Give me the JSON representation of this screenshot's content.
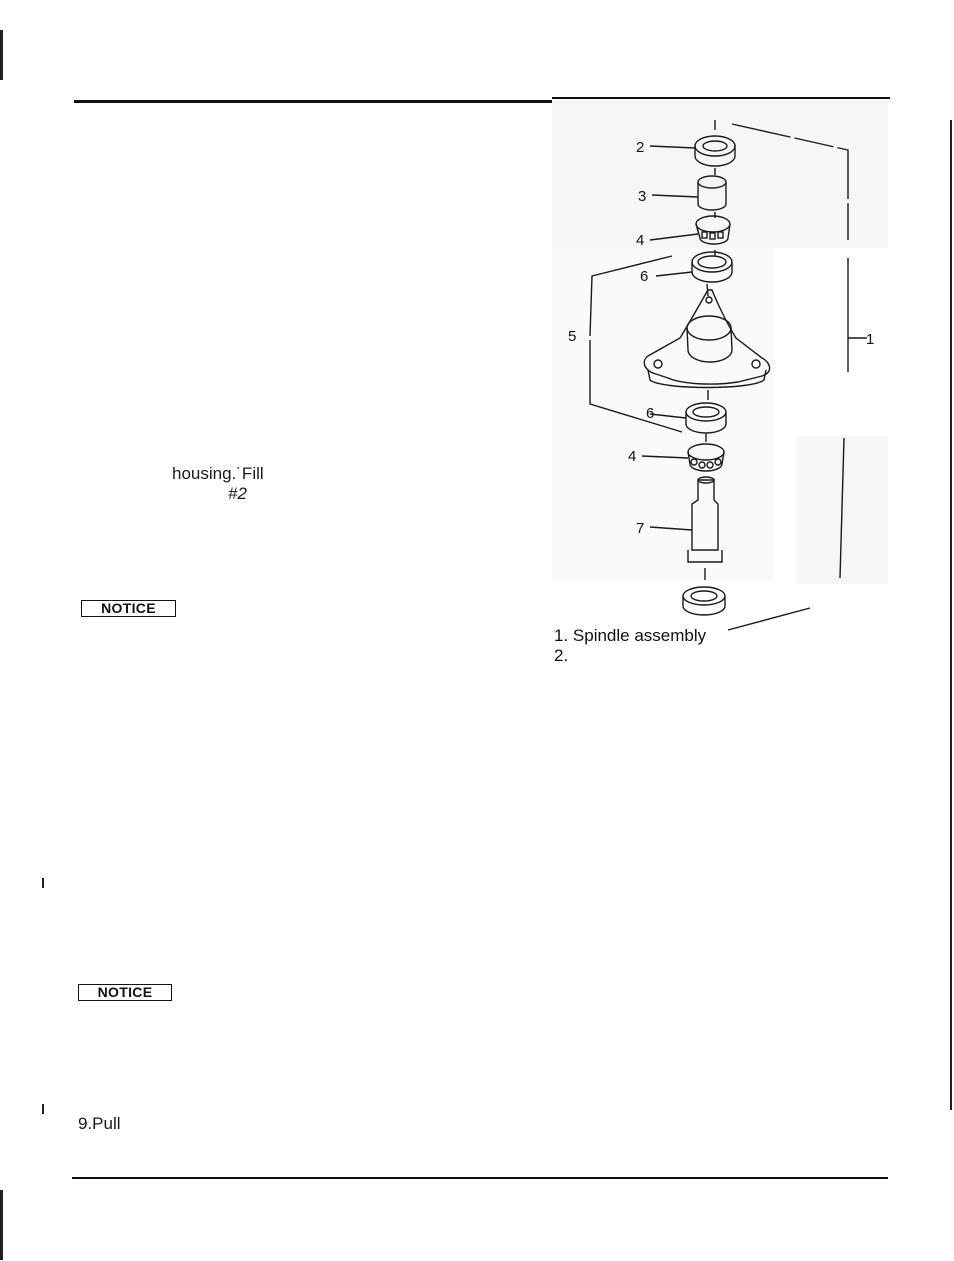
{
  "page": {
    "text_fragments": {
      "housing_fill": "housing.˙Fill",
      "grease_no": "#2",
      "step_9": "9.Pull"
    },
    "notices": [
      {
        "label": "NOTICE"
      },
      {
        "label": "NOTICE"
      }
    ]
  },
  "figure": {
    "callouts": [
      "2",
      "3",
      "4",
      "6",
      "5",
      "1",
      "6",
      "4",
      "7"
    ],
    "caption": {
      "item_1": "1. Spindle assembly",
      "item_2": "2."
    }
  }
}
